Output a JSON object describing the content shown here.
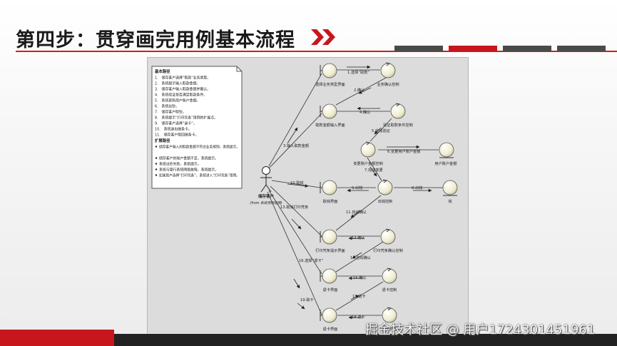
{
  "slide": {
    "title": "第四步：贯穿画完用例基本流程",
    "watermark": "掘金技术社区 @ 用户1724301451961"
  },
  "note": {
    "basic_flow_title": "基本路径",
    "basic_flow": [
      "1.　储存客户选择“取款”业务类型。",
      "2.　系统提示输入取款金额。",
      "3.　储存客户输入取款金额并确认。",
      "4.　系统验证是否满足取款条件。",
      "5.　系统更新用户账户金额。",
      "6.　系统出钞。",
      "7.　储存客户取钞。",
      "8.　系统提示“打印凭条”用例的扩展点。",
      "9.　储存客户选择“退卡”。",
      "10.　系统退出磁条卡。",
      "11.　储存客户取回磁条卡。"
    ],
    "alt_flow_title": "扩展路径",
    "alt_flow": [
      "储存客户输入的取款金额不符合业务规则，系统提示。",
      "储存客户的账户金额不足，系统提示。",
      "系统出钞失败，系统提示。",
      "系统与银行系统网络故障，系统提示。",
      "如果用户选择“打印凭条”，系统进入“打印凭条”用例。"
    ]
  },
  "actor": {
    "name": "储存客户",
    "sub": "(from 系统用例视图)"
  },
  "objects": {
    "o1": "选择业务类型界面",
    "o2": "业务确认控制",
    "o3": "取款金额输入界面",
    "o4": "验证取款条件控制",
    "o5": "变更账户金额控制",
    "o6": "用户账户金额",
    "o7": "取钱界面",
    "o8": "出钱控制",
    "o9": "钱",
    "o10": "打印凭条提示界面",
    "o11": "打印凭条确认控制",
    "o12": "退卡界面",
    "o13": "退卡控制",
    "o14": "退卡界面",
    "o15": "退卡控制"
  },
  "messages": {
    "m1": "1.选择“取款”",
    "m2": "2.确认",
    "m3": "3.输入取款金额",
    "m4": "4.确认",
    "m5": "5.完成验证",
    "m6": "6.变更用户账户金额",
    "m7": "7.完成变更",
    "m8": "8.出钱",
    "m9": "9.出钱",
    "m10": "10.取钱",
    "m11": "11.自动确认",
    "m12": "12.确认",
    "m13": "13.取消打印凭条",
    "m14": "14.自动确认",
    "m15": "15.确认",
    "m16": "16.选择“退卡”",
    "m17": "17.退卡",
    "m18": "18.退卡",
    "m19": "19.取卡"
  }
}
